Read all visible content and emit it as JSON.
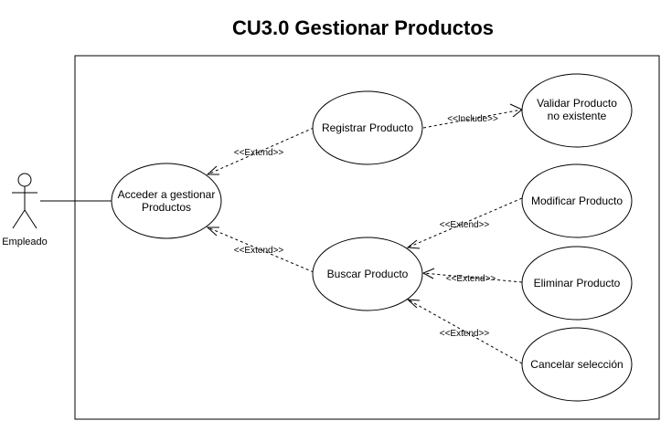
{
  "title": "CU3.0 Gestionar Productos",
  "actor": {
    "label": "Empleado",
    "icon": "stick-figure-actor"
  },
  "use_cases": {
    "acceder": [
      "Acceder a gestionar",
      "Productos"
    ],
    "registrar": [
      "Registrar Producto"
    ],
    "validar": [
      "Validar Producto",
      "no existente"
    ],
    "buscar": [
      "Buscar Producto"
    ],
    "modificar": [
      "Modificar Producto"
    ],
    "eliminar": [
      "Eliminar Producto"
    ],
    "cancelar": [
      "Cancelar selección"
    ]
  },
  "relations": {
    "registrar_acceder": "<<Extend>>",
    "buscar_acceder": "<<Extend>>",
    "registrar_validar": "<<Include>>",
    "modificar_buscar": "<<Extend>>",
    "eliminar_buscar": "<<Extend>>",
    "cancelar_buscar": "<<Extend>>"
  }
}
